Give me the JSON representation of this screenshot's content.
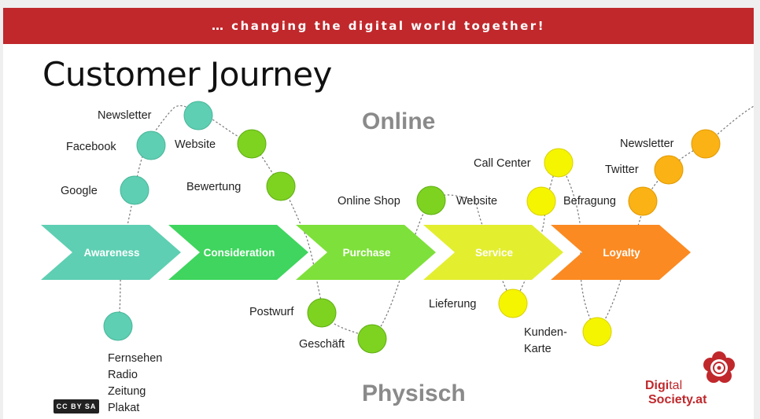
{
  "banner": {
    "text": "… changing the digital world together!"
  },
  "title": "Customer Journey",
  "sections": {
    "online": "Online",
    "physical": "Physisch"
  },
  "stages": [
    {
      "label": "Awareness",
      "color": "#5ecfb2"
    },
    {
      "label": "Consideration",
      "color": "#3fd55e"
    },
    {
      "label": "Purchase",
      "color": "#7ee03a"
    },
    {
      "label": "Service",
      "color": "#e3ee2f"
    },
    {
      "label": "Loyalty",
      "color": "#fb8a22"
    }
  ],
  "touchpoints": {
    "newsletter_1": "Newsletter",
    "facebook": "Facebook",
    "google": "Google",
    "website_1": "Website",
    "bewertung": "Bewertung",
    "online_shop": "Online Shop",
    "website_2": "Website",
    "call_center": "Call Center",
    "newsletter_2": "Newsletter",
    "twitter": "Twitter",
    "befragung": "Befragung",
    "postwurf": "Postwurf",
    "geschaeft": "Geschäft",
    "lieferung": "Lieferung",
    "kunden_line1": "Kunden-",
    "kunden_line2": "Karte"
  },
  "media_list": [
    "Fernsehen",
    "Radio",
    "Zeitung",
    "Plakat"
  ],
  "license_badge": "CC BY SA",
  "logo": {
    "part1": "Digi",
    "part2": "tal",
    "line2": "Society.at"
  },
  "colors": {
    "banner": "#c0282c",
    "teal": "#5ecfb2",
    "green": "#7ed321",
    "yellow": "#f5f500",
    "orange": "#fbb214",
    "section_label": "#8a8a8a"
  }
}
